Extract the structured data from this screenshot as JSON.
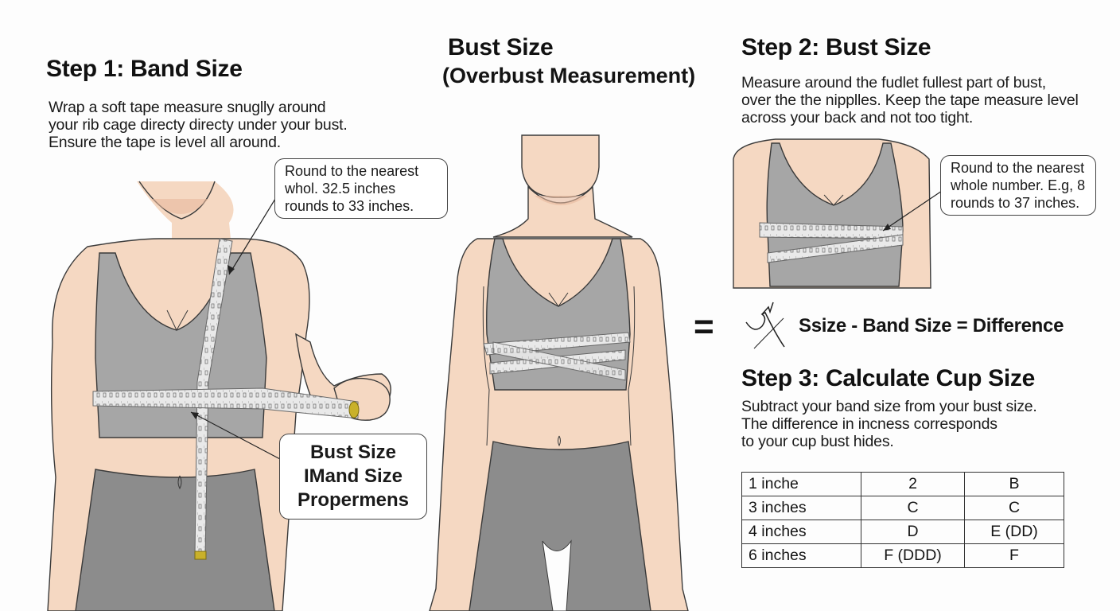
{
  "step1": {
    "title": "Step 1: Band Size",
    "lines": [
      "Wrap a soft tape measure snuglly around",
      "your rib cage directy directy under your bust.",
      "Ensure the tape is level all around."
    ],
    "callout": [
      "Round to the nearest",
      "whol. 32.5 inches",
      "rounds to 33 inches."
    ],
    "label_box": [
      "Bust Size",
      "IMand Size",
      "Propermens"
    ]
  },
  "center": {
    "title": "Bust Size",
    "subtitle": "(Overbust Measurement)"
  },
  "step2": {
    "title": "Step 2: Bust Size",
    "lines": [
      "Measure around the fudlet fullest part of bust,",
      "over the the nipplles. Keep the tape measure level",
      "across your back and not too tight."
    ],
    "callout": [
      "Round to the nearest",
      "whole number. E.g, 8",
      "rounds to 37 inches."
    ]
  },
  "formula": {
    "equals": "=",
    "icon": "measure-scribble-icon",
    "text": "Ssize - Band Size = Difference"
  },
  "step3": {
    "title": "Step 3: Calculate Cup Size",
    "lines": [
      "Subtract your band size from your bust size.",
      "The difference in incness corresponds",
      "to your cup bust hides."
    ],
    "table": [
      [
        "1 inche",
        "2",
        "B"
      ],
      [
        "3 inches",
        "C",
        "C"
      ],
      [
        "4 inches",
        "D",
        "E (DD)"
      ],
      [
        "6 inches",
        "F (DDD)",
        "F"
      ]
    ]
  },
  "colors": {
    "skin": "#f5d8c2",
    "skin_shadow": "#e8b99c",
    "bra": "#a6a6a6",
    "leggings": "#8c8c8c",
    "tape": "#e6e6e6",
    "tape_end": "#c9b12a",
    "outline": "#3a3a3a"
  }
}
